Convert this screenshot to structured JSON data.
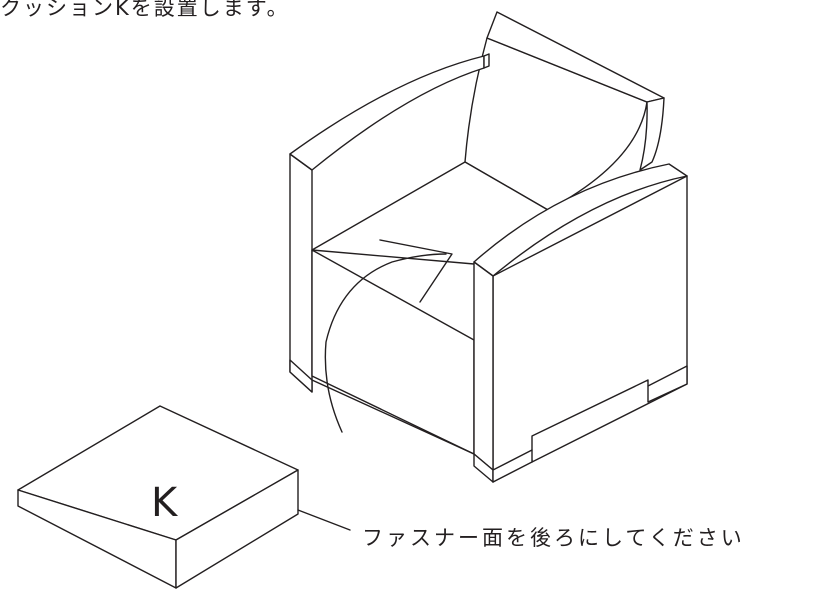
{
  "instruction_text": "クッションKを設置します。",
  "cushion_label": "K",
  "callout_text": "ファスナー面を後ろにしてください",
  "colors": {
    "line": "#231f20",
    "background": "#ffffff"
  },
  "icons": [
    "armchair-illustration",
    "cushion-illustration",
    "placement-arrow-icon"
  ]
}
